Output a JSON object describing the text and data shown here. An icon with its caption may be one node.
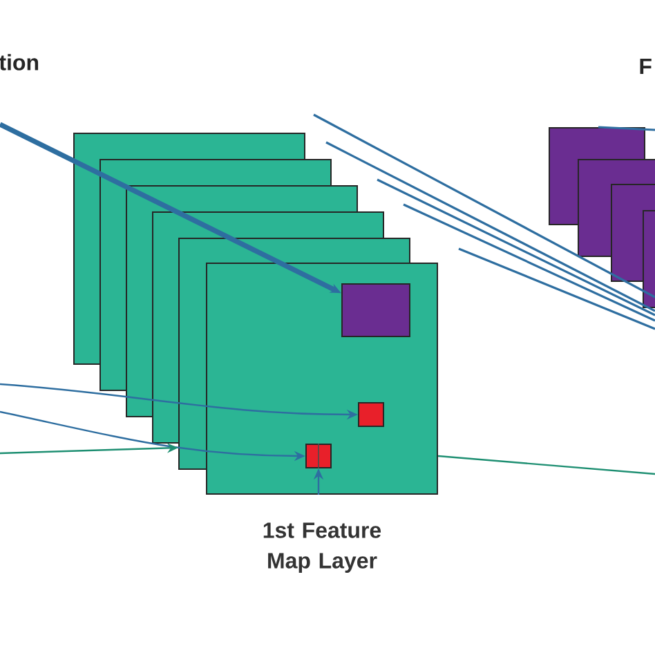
{
  "diagram": {
    "nodes": [
      {
        "text": [],
        "shape": "box"
      },
      {
        "text": [],
        "shape": "box"
      },
      {
        "text": [],
        "shape": "box"
      },
      {
        "text": [],
        "shape": "box"
      },
      {
        "text": [],
        "shape": "box"
      },
      {
        "text": [],
        "shape": "box",
        "beside": [
          "1st Feature Map Layer"
        ]
      },
      {
        "text": [],
        "shape": "box"
      },
      {
        "text": [],
        "shape": "box"
      },
      {
        "text": [],
        "shape": "box"
      },
      {
        "text": [],
        "shape": "box"
      },
      {
        "text": [],
        "shape": "box"
      },
      {
        "text": [],
        "shape": "box"
      },
      {
        "text": [],
        "shape": "box"
      }
    ],
    "edges": [
      {
        "from": null,
        "to": 6,
        "arrow": "to",
        "style": "thick"
      },
      {
        "from": null,
        "to": 7,
        "arrow": "to"
      },
      {
        "from": null,
        "to": 8,
        "arrow": "to"
      },
      {
        "from": 5,
        "to": 8,
        "arrow": "to"
      },
      {
        "from": null,
        "to": 4,
        "arrow": "to",
        "color": "#1e8f72"
      },
      {
        "from": 5,
        "to": null,
        "arrow": "none",
        "color": "#1e8f72"
      }
    ],
    "labels": [
      "tion",
      "F"
    ]
  }
}
